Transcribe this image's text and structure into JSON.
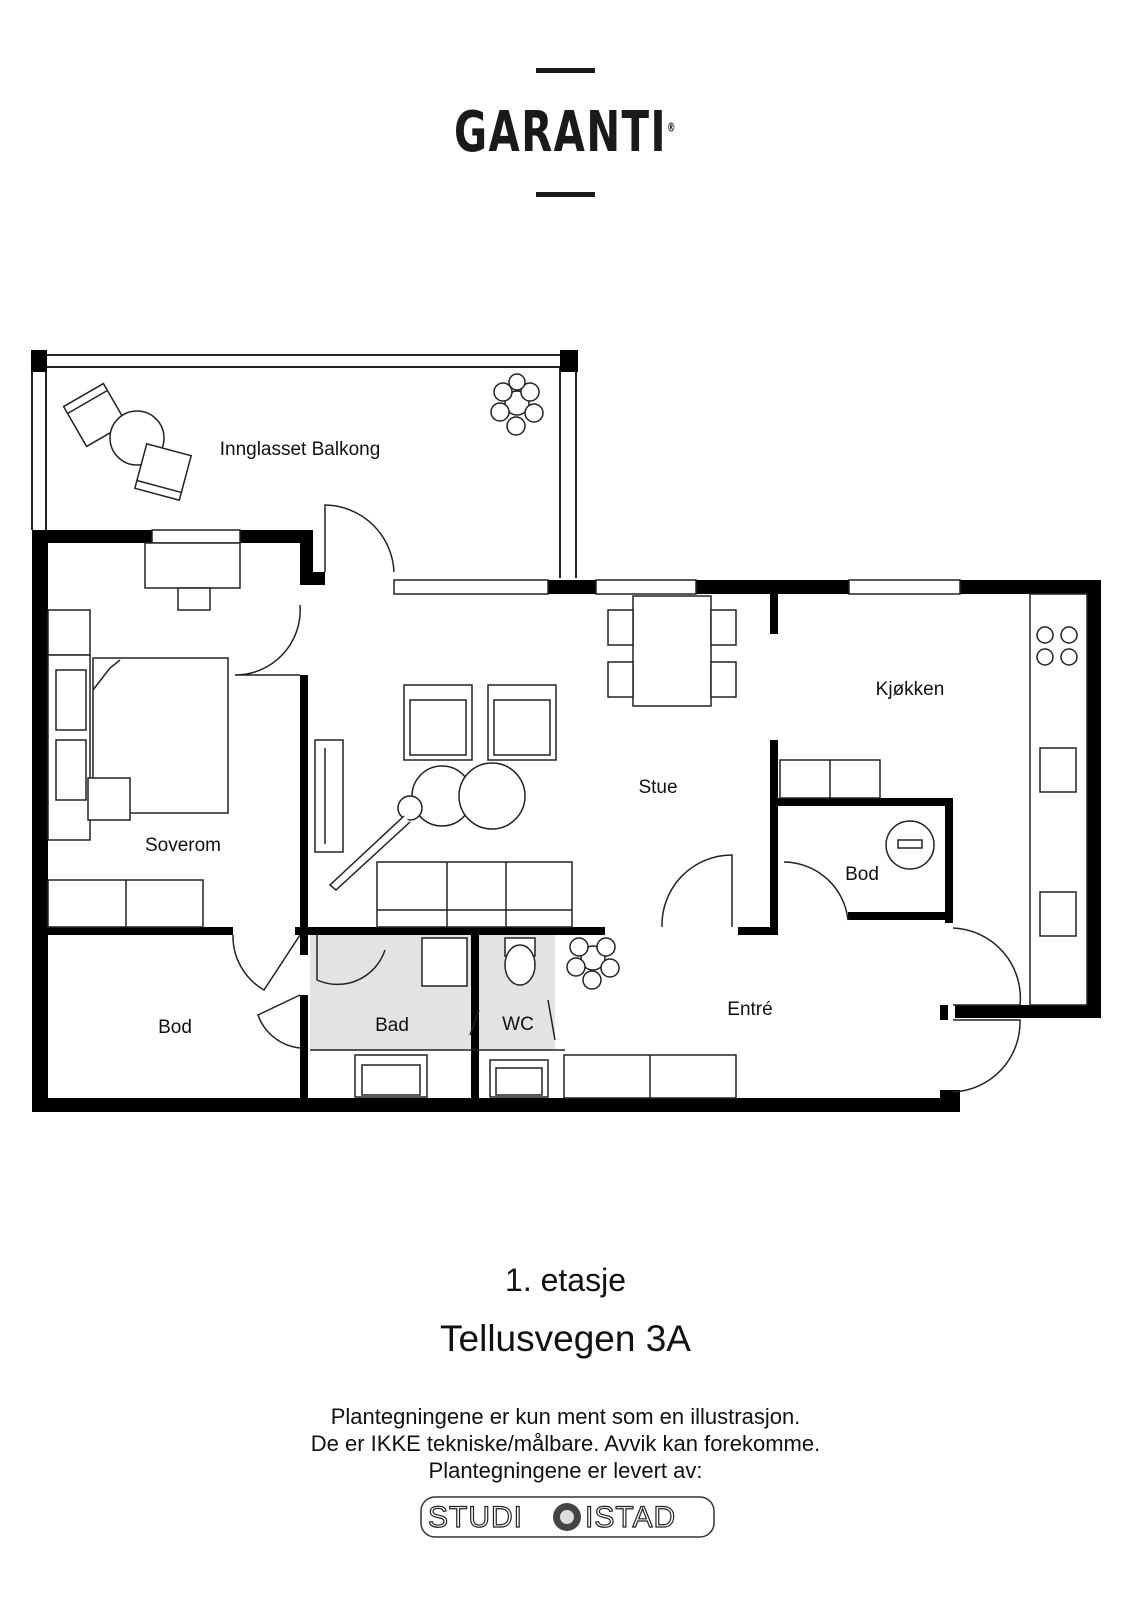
{
  "brand": {
    "name": "GARANTI",
    "registered": "®"
  },
  "rooms": {
    "balcony": "Innglasset Balkong",
    "bedroom": "Soverom",
    "living": "Stue",
    "kitchen": "Kjøkken",
    "storage_small": "Bod",
    "storage_large": "Bod",
    "bathroom": "Bad",
    "wc": "WC",
    "entry": "Entré"
  },
  "footer": {
    "floor": "1. etasje",
    "address": "Tellusvegen 3A",
    "disclaimer_line1": "Plantegningene er kun ment som en illustrasjon.",
    "disclaimer_line2": "De er IKKE tekniske/målbare. Avvik kan forekomme.",
    "disclaimer_line3": "Plantegningene er levert av:"
  },
  "studio_logo": {
    "part1": "STUDI",
    "part2": "ISTAD"
  },
  "colors": {
    "wall": "#000000",
    "wet_room": "#e3e3e3",
    "line": "#222222"
  }
}
